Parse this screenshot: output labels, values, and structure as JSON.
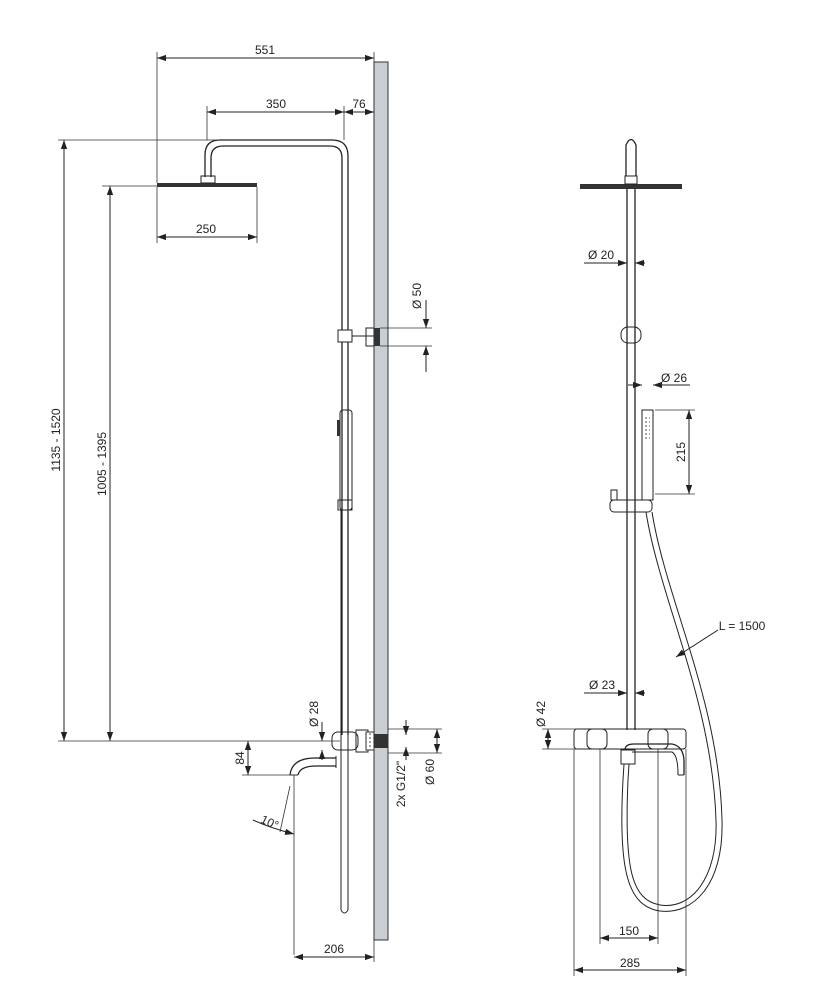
{
  "side_view": {
    "dims": {
      "total_projection": "551",
      "arm_length": "350",
      "wall_offset": "76",
      "head_diameter": "250",
      "total_height": "1135 - 1520",
      "height_range": "1005 - 1395",
      "bracket_diameter": "Ø 50",
      "mixer_diameter": "Ø 28",
      "spout_height": "84",
      "connection": "2x G1/2\"",
      "mixer_width": "Ø 60",
      "spout_angle": "10°",
      "spout_projection": "206"
    }
  },
  "front_view": {
    "dims": {
      "pipe_diameter_top": "Ø 20",
      "handshower_diameter": "Ø 26",
      "handshower_length": "215",
      "hose_length": "L = 1500",
      "pipe_diameter_bottom": "Ø 23",
      "mixer_height": "Ø 42",
      "connection_spacing": "150",
      "mixer_width": "285"
    }
  }
}
